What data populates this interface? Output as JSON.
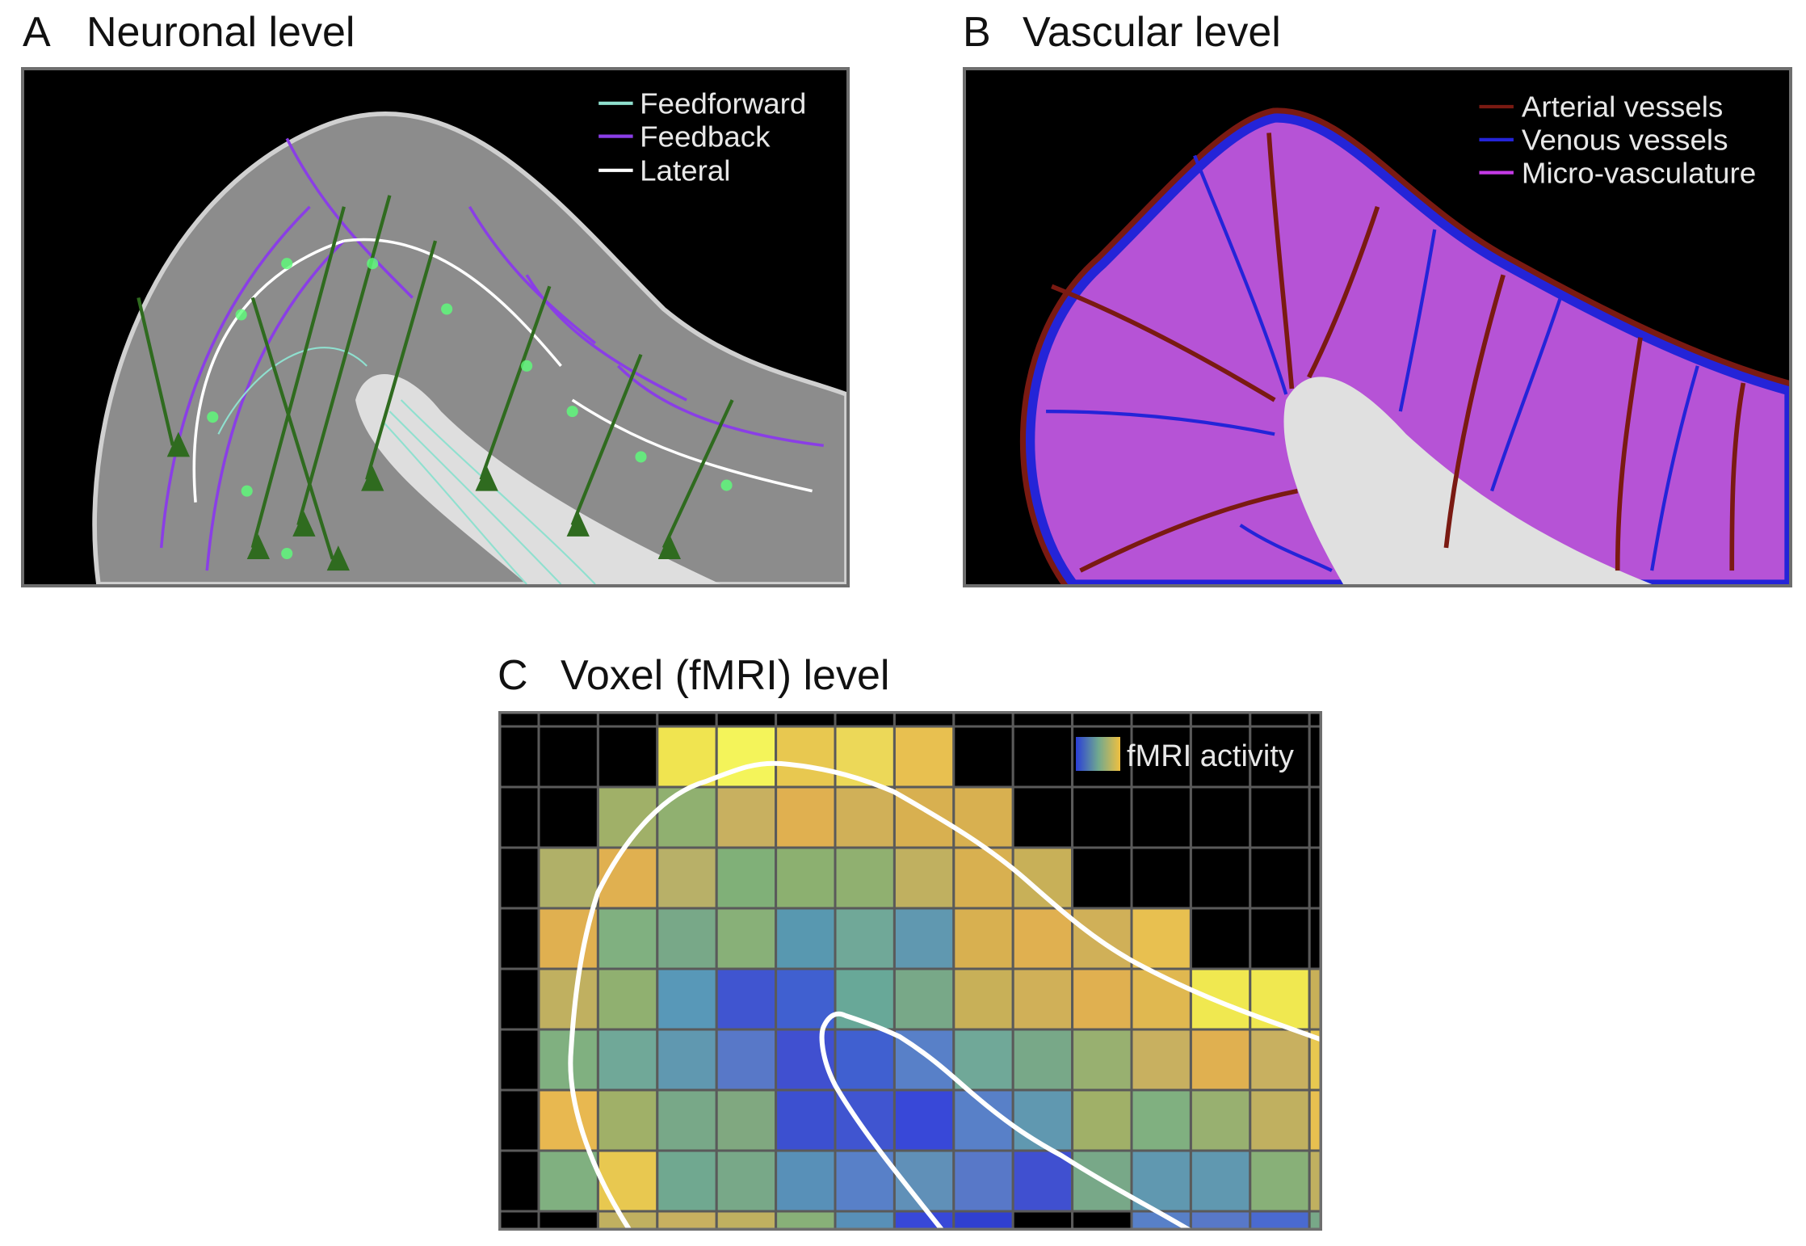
{
  "panels": [
    {
      "letter": "A",
      "title": "Neuronal level",
      "legend": [
        {
          "label": "Feedforward",
          "color": "#8fe0cf"
        },
        {
          "label": "Feedback",
          "color": "#8a3ee6"
        },
        {
          "label": "Lateral",
          "color": "#ffffff"
        }
      ]
    },
    {
      "letter": "B",
      "title": "Vascular level",
      "legend": [
        {
          "label": "Arterial vessels",
          "color": "#7a1a12"
        },
        {
          "label": "Venous vessels",
          "color": "#2424d8"
        },
        {
          "label": "Micro-vasculature",
          "color": "#c43ae6"
        }
      ]
    },
    {
      "letter": "C",
      "title": "Voxel (fMRI) level",
      "legend": [
        {
          "label": "fMRI activity",
          "gradient": [
            "#2a3ed8",
            "#6fa890",
            "#f0c040"
          ]
        }
      ]
    }
  ],
  "voxel_grid": [
    [
      null,
      null,
      null,
      null,
      null,
      null,
      null,
      null,
      null,
      null,
      null,
      null,
      null,
      null,
      null
    ],
    [
      null,
      null,
      null,
      "#f0e450",
      "#f4f45a",
      "#e8c850",
      "#ecd858",
      "#e8c050",
      null,
      null,
      null,
      null,
      null,
      null,
      null
    ],
    [
      null,
      null,
      "#a0b068",
      "#90b070",
      "#c8b060",
      "#e0b050",
      "#d0b058",
      "#d8b050",
      "#d8b050",
      null,
      null,
      null,
      null,
      null,
      null
    ],
    [
      null,
      "#b0b068",
      "#e0b050",
      "#b8b068",
      "#80b078",
      "#8cb070",
      "#90b070",
      "#c0b060",
      "#d8b050",
      "#c8b058",
      null,
      null,
      null,
      null,
      null
    ],
    [
      null,
      "#e0b050",
      "#80b080",
      "#78a888",
      "#88b078",
      "#5898b0",
      "#70a898",
      "#6098b0",
      "#d8b050",
      "#e0b050",
      "#d0b058",
      "#e8c050",
      null,
      null,
      null
    ],
    [
      null,
      "#c0b060",
      "#90b070",
      "#5898b8",
      "#4055d0",
      "#4060d0",
      "#68a898",
      "#78a888",
      "#c8b058",
      "#d0b058",
      "#e0b050",
      "#e0b850",
      "#f0e850",
      "#f0e850",
      "#c8b058"
    ],
    [
      null,
      "#80b080",
      "#70a898",
      "#6098b0",
      "#5878c8",
      "#4050d0",
      "#4060d0",
      "#5880c8",
      "#70a898",
      "#78a888",
      "#98b070",
      "#c8b060",
      "#e0b050",
      "#c8b060",
      "#e8c850"
    ],
    [
      null,
      "#e8b850",
      "#a0b068",
      "#78a888",
      "#80a880",
      "#3c50d0",
      "#4055d0",
      "#3848d8",
      "#5880c8",
      "#6098b0",
      "#a0b068",
      "#80b080",
      "#98b070",
      "#c0b060",
      "#e8c050"
    ],
    [
      null,
      "#80b080",
      "#e8c850",
      "#70a890",
      "#78a888",
      "#5890b8",
      "#5880c8",
      "#6090b8",
      "#5878c8",
      "#4050d0",
      "#78a888",
      "#6098b0",
      "#6098b0",
      "#88b078",
      "#c0b060"
    ],
    [
      null,
      null,
      "#c0b060",
      "#c8b060",
      "#c0b060",
      "#88b078",
      "#5890b8",
      "#3848d8",
      "#3040d0",
      null,
      null,
      "#5880c8",
      "#5878c8",
      "#4a6ad0",
      "#78a888"
    ]
  ]
}
